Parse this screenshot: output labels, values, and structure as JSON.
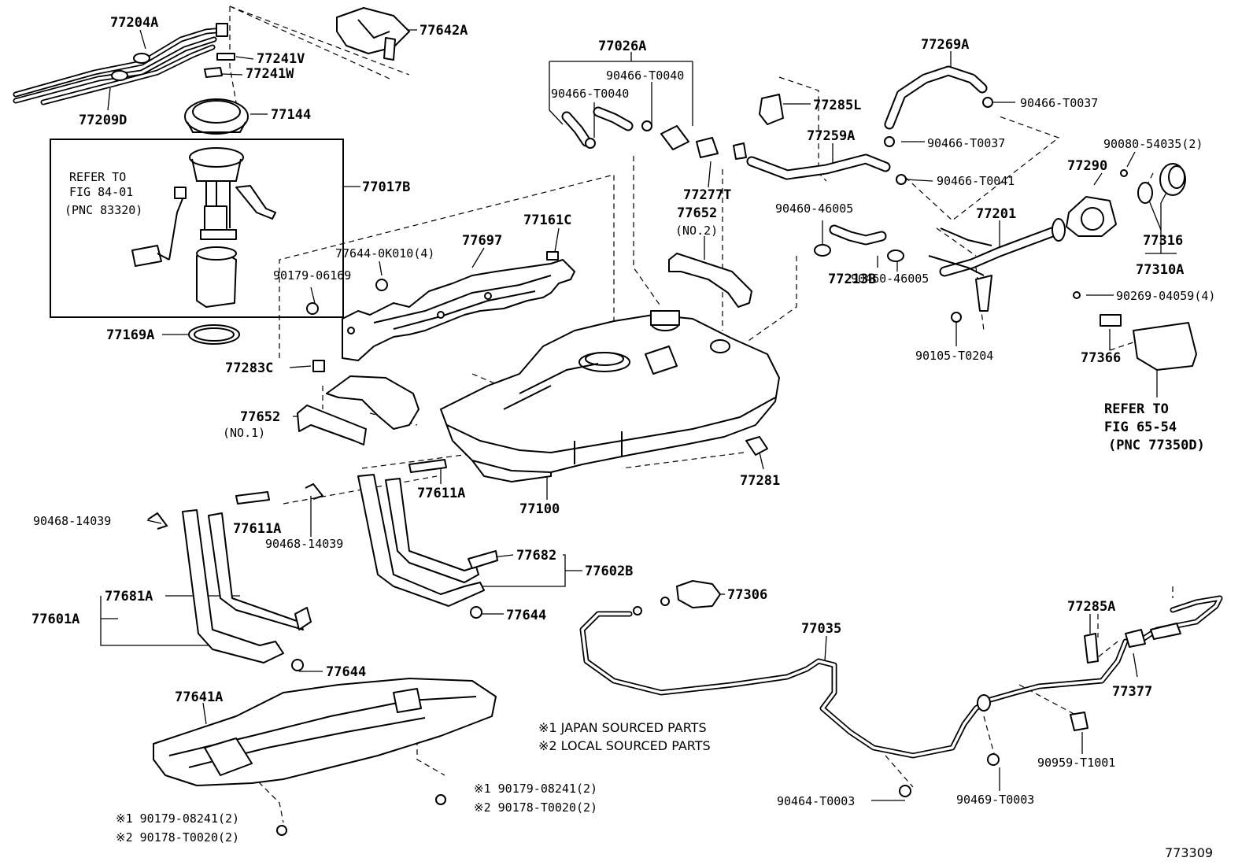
{
  "labels": {
    "p77204A": "77204A",
    "p77209D": "77209D",
    "p77642A": "77642A",
    "p77241V": "77241V",
    "p77241W": "77241W",
    "p77144": "77144",
    "p77017B": "77017B",
    "refer1_a": "REFER TO",
    "refer1_b": "FIG 84-01",
    "refer1_c": "(PNC 83320)",
    "p77169A": "77169A",
    "p77283C": "77283C",
    "p77652_1": "77652",
    "p77652_1b": "(NO.1)",
    "p90179_06169": "90179-06169",
    "p77644_0K010": "77644-0K010(4)",
    "p77697": "77697",
    "p77161C": "77161C",
    "p77026A": "77026A",
    "p90466_T0040a": "90466-T0040",
    "p90466_T0040b": "90466-T0040",
    "p77277T": "77277T",
    "p77652_2": "77652",
    "p77652_2b": "(NO.2)",
    "p77285L": "77285L",
    "p77259A": "77259A",
    "p77269A": "77269A",
    "p90466_T0037a": "90466-T0037",
    "p90466_T0037b": "90466-T0037",
    "p90466_T0041": "90466-T0041",
    "p90460_46005a": "90460-46005",
    "p90460_46005b": "90460-46005",
    "p77213B": "77213B",
    "p77201": "77201",
    "p90105_T0204": "90105-T0204",
    "p90080_54035": "90080-54035(2)",
    "p77290": "77290",
    "p77316": "77316",
    "p77310A": "77310A",
    "p90269_04059": "90269-04059(4)",
    "p77366": "77366",
    "refer2_a": "REFER TO",
    "refer2_b": "FIG 65-54",
    "refer2_c": "(PNC 77350D)",
    "p77100": "77100",
    "p77281": "77281",
    "p77611A_a": "77611A",
    "p77611A_b": "77611A",
    "p90468_14039a": "90468-14039",
    "p90468_14039b": "90468-14039",
    "p77682": "77682",
    "p77602B": "77602B",
    "p77644a": "77644",
    "p77681A": "77681A",
    "p77601A": "77601A",
    "p77644b": "77644",
    "p77641A": "77641A",
    "p77306": "77306",
    "p77035": "77035",
    "p77285A": "77285A",
    "p77377": "77377",
    "p90959_T1001": "90959-T1001",
    "p90464_T0003": "90464-T0003",
    "p90469_T0003": "90469-T0003",
    "b1a": "※1 90179-08241(2)",
    "b1b": "※2 90178-T0020(2)",
    "b2a": "※1 90179-08241(2)",
    "b2b": "※2 90178-T0020(2)",
    "note1": "※1 JAPAN SOURCED PARTS",
    "note2": "※2 LOCAL SOURCED PARTS",
    "figure_id": "773309"
  }
}
